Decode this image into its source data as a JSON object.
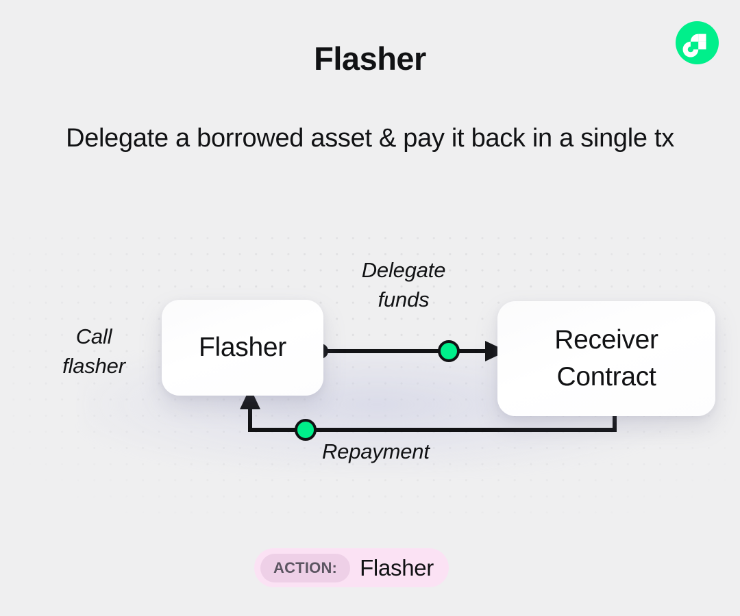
{
  "brand": {
    "logo_icon": "flow-logo-icon",
    "logo_color": "#00ef8b",
    "logo_mark_color": "#ffffff"
  },
  "header": {
    "title": "Flasher",
    "subtitle": "Delegate a borrowed asset\n& pay it back in a single tx"
  },
  "diagram": {
    "type": "flow-diagram",
    "background": "#efeff0",
    "dot_grid_color": "#dfdfe1",
    "accent_color": "#00ef8b",
    "line_color": "#111214",
    "nodes": [
      {
        "id": "flasher",
        "label": "Flasher"
      },
      {
        "id": "receiver",
        "label": "Receiver\nContract"
      }
    ],
    "labels": {
      "call": "Call\nflasher",
      "delegate": "Delegate\nfunds",
      "repayment": "Repayment"
    },
    "edges": [
      {
        "id": "delegate-edge",
        "from": "flasher",
        "to": "receiver",
        "label": "Delegate funds",
        "start_marker": "dot-black",
        "mid_marker": "dot-green",
        "end_marker": "arrow-right"
      },
      {
        "id": "repayment-edge",
        "from": "receiver",
        "to": "flasher",
        "label": "Repayment",
        "start_marker": "dot-black",
        "mid_marker": "dot-green",
        "end_marker": "arrow-up"
      }
    ]
  },
  "footer": {
    "badge_label": "ACTION:",
    "badge_value": "Flasher",
    "badge_bg": "#fbe2f4",
    "chip_bg": "#eed0e7",
    "chip_text_color": "#5b5561"
  }
}
